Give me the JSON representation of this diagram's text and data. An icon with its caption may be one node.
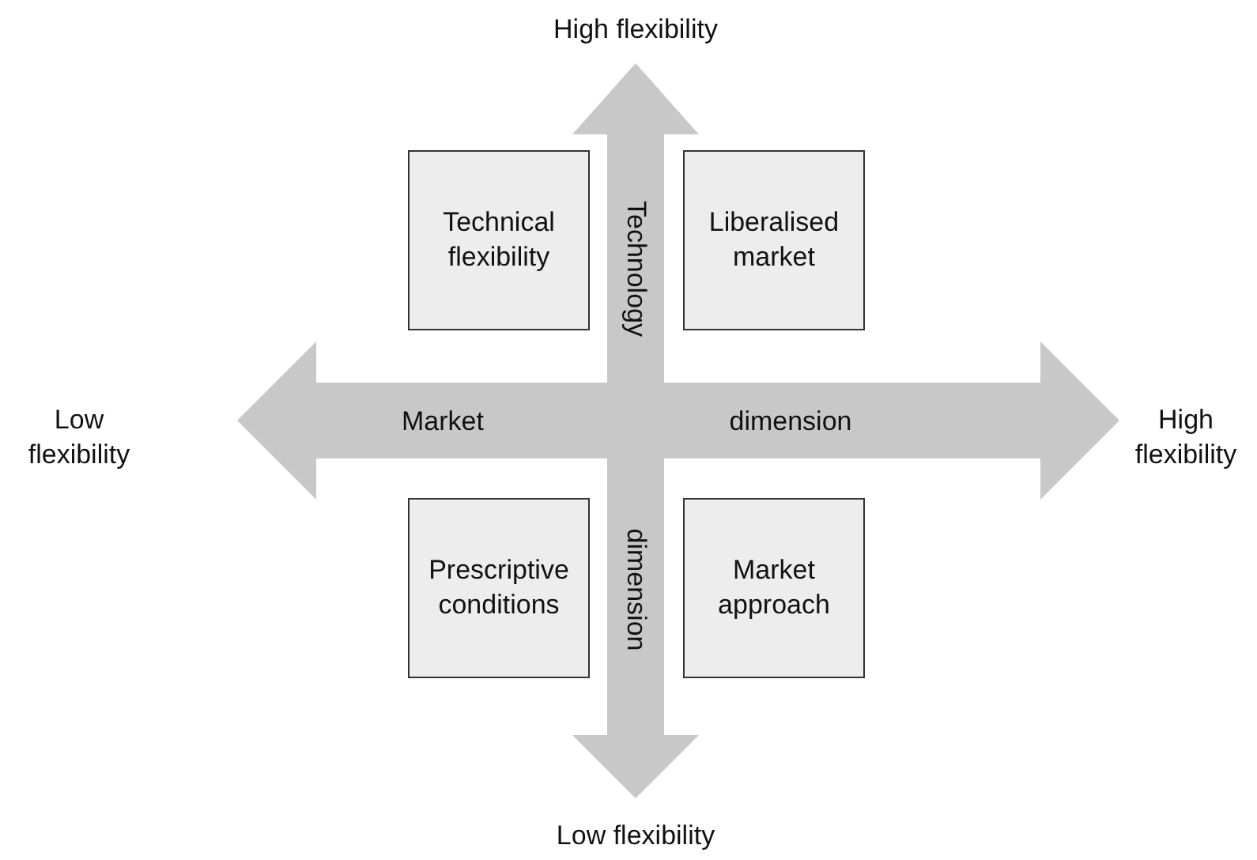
{
  "diagram": {
    "nodes": [
      {
        "text": [
          "Technical flexibility"
        ]
      },
      {
        "text": [
          "Liberalised market"
        ]
      },
      {
        "text": [
          "Prescriptive conditions"
        ]
      },
      {
        "text": [
          "Market approach"
        ]
      }
    ],
    "labels": [
      "High flexibility",
      "Technology",
      "Low flexibility",
      "Market",
      "dimension",
      "High flexibility",
      "dimension",
      "Low flexibility"
    ]
  }
}
